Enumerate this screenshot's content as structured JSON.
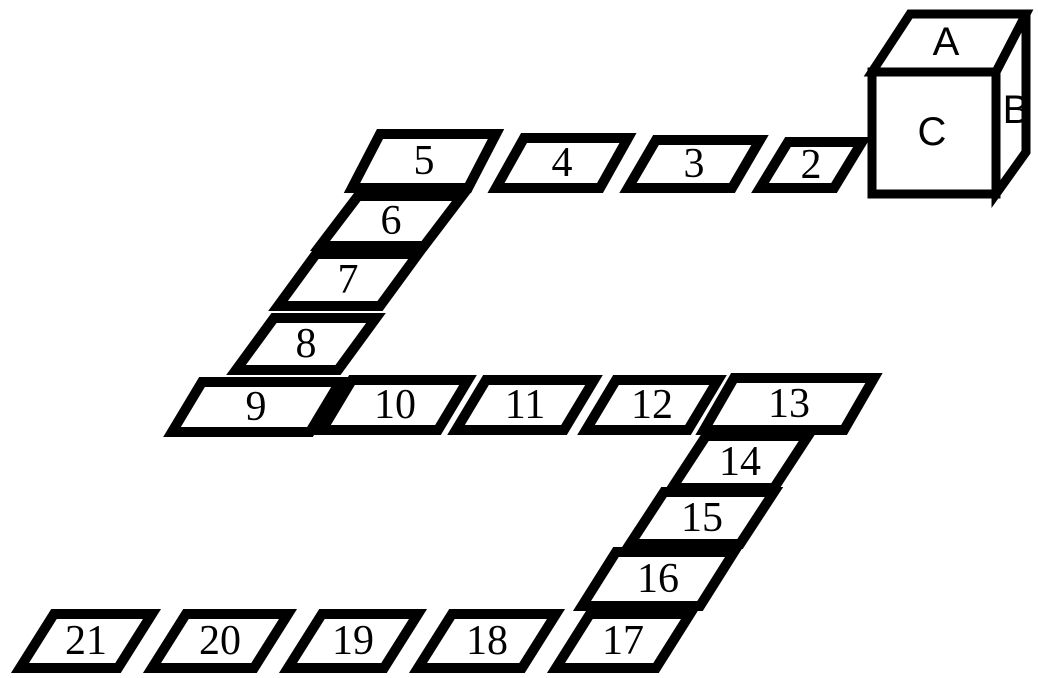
{
  "board": {
    "cells": [
      {
        "label": "2"
      },
      {
        "label": "3"
      },
      {
        "label": "4"
      },
      {
        "label": "5"
      },
      {
        "label": "6"
      },
      {
        "label": "7"
      },
      {
        "label": "8"
      },
      {
        "label": "9"
      },
      {
        "label": "10"
      },
      {
        "label": "11"
      },
      {
        "label": "12"
      },
      {
        "label": "13"
      },
      {
        "label": "14"
      },
      {
        "label": "15"
      },
      {
        "label": "16"
      },
      {
        "label": "17"
      },
      {
        "label": "18"
      },
      {
        "label": "19"
      },
      {
        "label": "20"
      },
      {
        "label": "21"
      }
    ]
  },
  "cube": {
    "faces": {
      "top": "A",
      "right": "B",
      "front": "C"
    }
  }
}
